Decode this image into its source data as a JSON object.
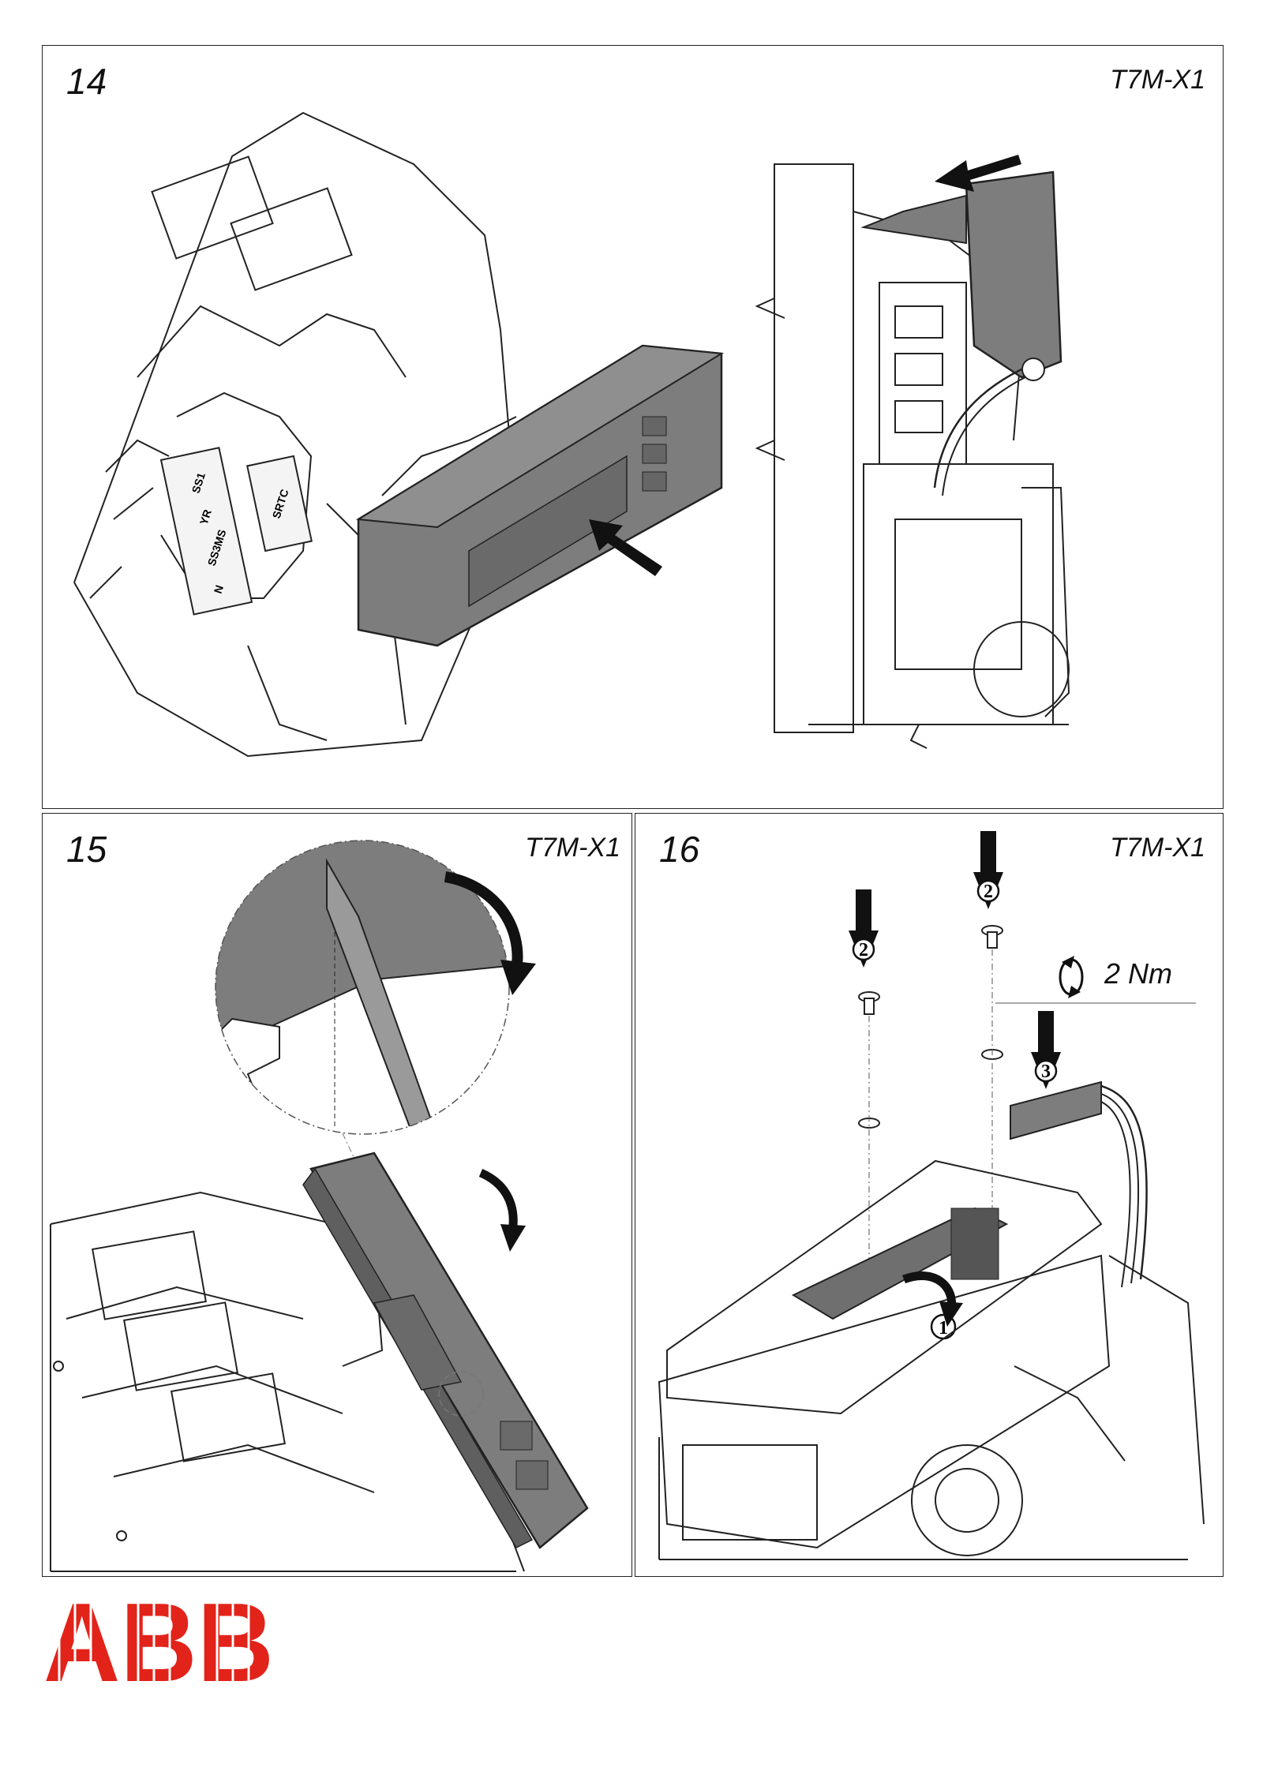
{
  "steps": [
    {
      "number": "14",
      "model": "T7M-X1"
    },
    {
      "number": "15",
      "model": "T7M-X1"
    },
    {
      "number": "16",
      "model": "T7M-X1",
      "torque": "2 Nm",
      "callouts": [
        "1",
        "2",
        "2",
        "3"
      ]
    }
  ],
  "illustration_labels": {
    "relay_labels": [
      "SS1",
      "YR",
      "SS3MS",
      "N",
      "SRTC"
    ]
  },
  "brand": {
    "name": "ABB",
    "color": "#e2231a"
  },
  "colors": {
    "module": "#7d7d7d",
    "line": "#222222"
  }
}
